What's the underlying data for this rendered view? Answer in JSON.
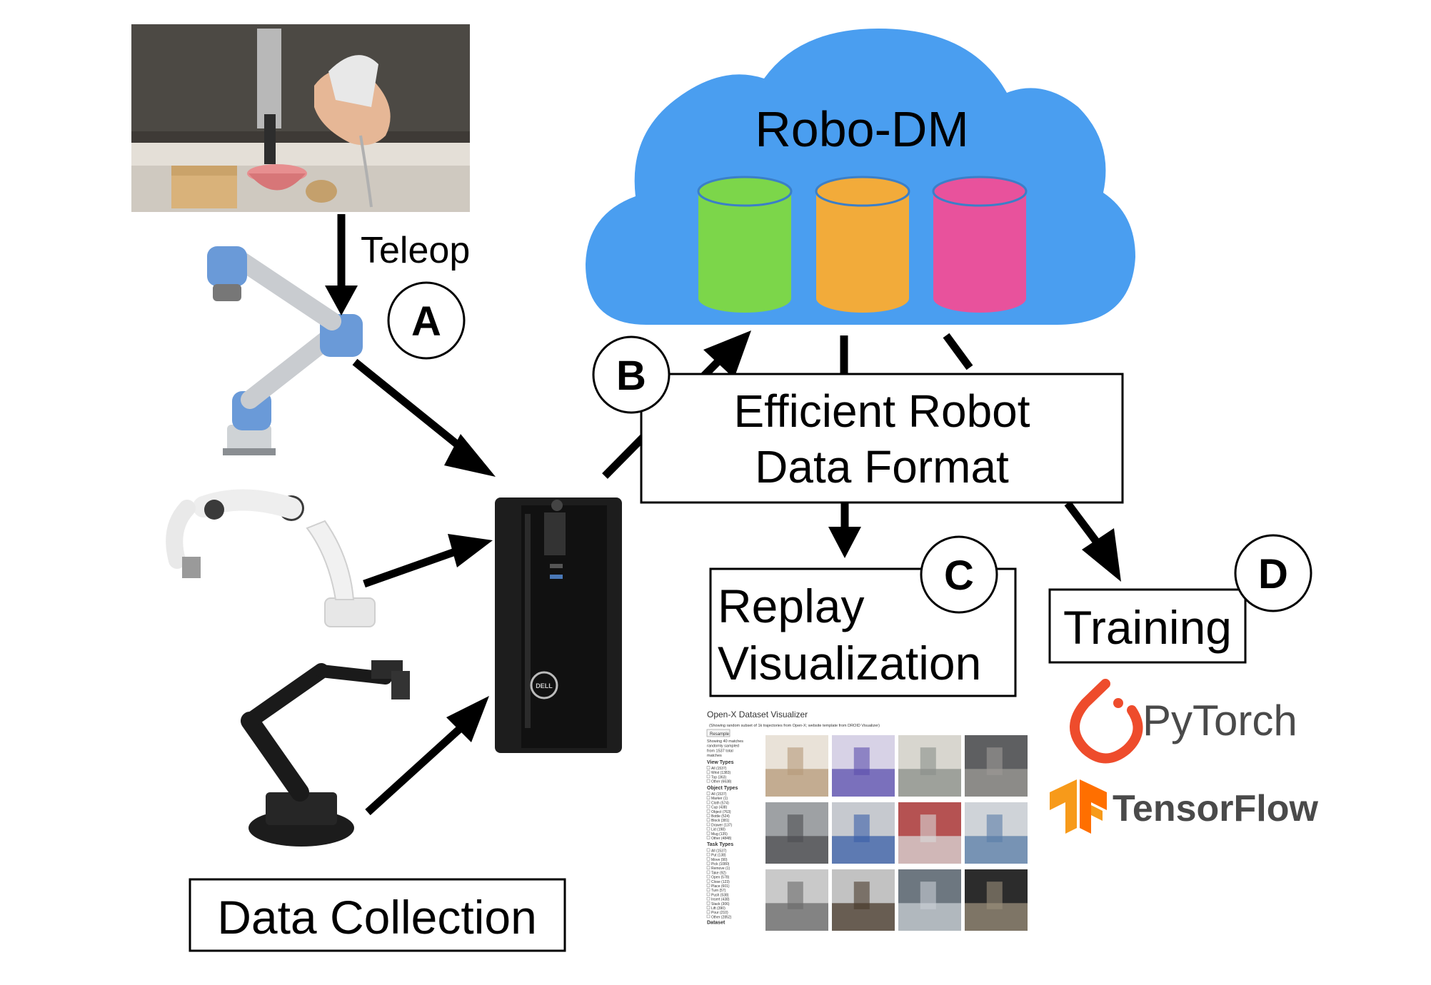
{
  "cloud": {
    "title": "Robo-DM"
  },
  "cylinders": [
    {
      "color": "#7cd64a"
    },
    {
      "color": "#f2ab3a"
    },
    {
      "color": "#e8529c"
    }
  ],
  "colors": {
    "cloud": "#4a9ef0",
    "robot_blue": "#6a9ad8",
    "pytorch": "#ee4c2c",
    "tensorflow": "#f79a1a",
    "tensorflow_text": "#4a4a4a"
  },
  "labels": {
    "teleop": "Teleop",
    "format_line1": "Efficient Robot",
    "format_line2": "Data Format",
    "replay_line1": "Replay",
    "replay_line2": "Visualization",
    "training": "Training",
    "data_collection": "Data Collection"
  },
  "markers": {
    "a": "A",
    "b": "B",
    "c": "C",
    "d": "D"
  },
  "logos": {
    "pytorch": "PyTorch",
    "tensorflow": "TensorFlow",
    "pc_brand": "DELL"
  },
  "visualizer": {
    "title": "Open-X Dataset Visualizer",
    "subtitle": "(Showing random subset of 1k trajectories from Open-X; website template from DROID Visualizer)",
    "resample_button": "Resample",
    "info": [
      "Showing 40 matches",
      "randomly sampled",
      "from 1537 total",
      "matches"
    ],
    "view_types_heading": "View Types",
    "view_types": [
      "All (1537)",
      "Wrist (1383)",
      "Top (363)",
      "Other (6638)"
    ],
    "object_types_heading": "Object Types",
    "object_types": [
      "All (1537)",
      "Marker (1)",
      "Cloth (574)",
      "Cup (438)",
      "Object (763)",
      "Bottle (524)",
      "Block (381)",
      "Drawer (137)",
      "Lid (198)",
      "Mug (135)",
      "Other (4848)"
    ],
    "task_types_heading": "Task Types",
    "task_types": [
      "All (1537)",
      "Put (138)",
      "Move (90)",
      "Pick (1080)",
      "Remove (1)",
      "Take (92)",
      "Open (578)",
      "Close (123)",
      "Place (601)",
      "Turn (57)",
      "Push (538)",
      "Insert (438)",
      "Stack (306)",
      "Lift (390)",
      "Pour (210)",
      "Other (2852)"
    ],
    "dataset_heading": "Dataset"
  }
}
